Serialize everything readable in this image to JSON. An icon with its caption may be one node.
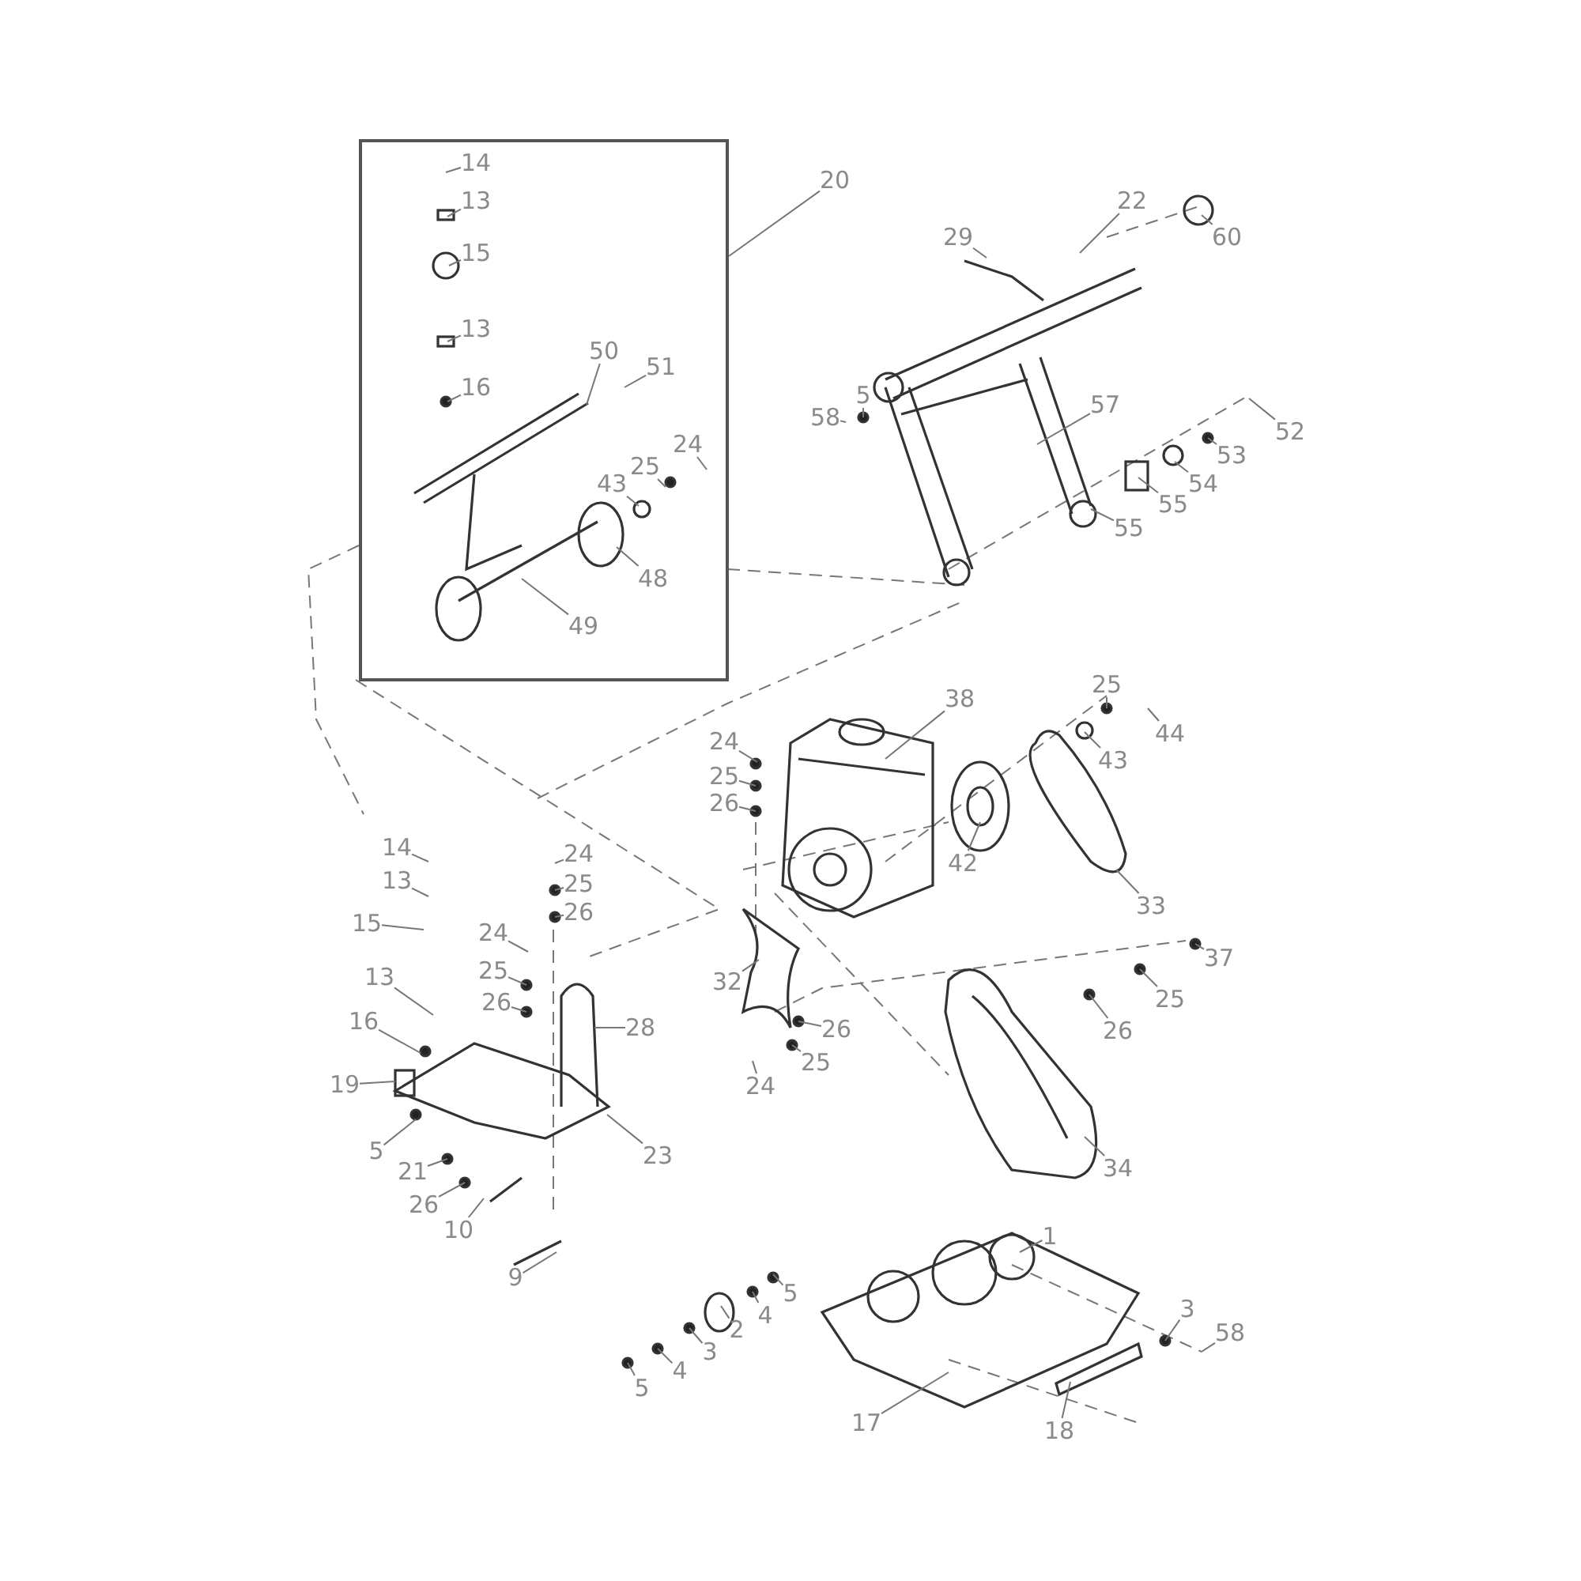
{
  "diagram": {
    "nodes": [
      {
        "text": [],
        "shape": "box"
      },
      {
        "text": [
          "14"
        ],
        "in": 0
      },
      {
        "text": [
          "13"
        ],
        "in": 0
      },
      {
        "text": [
          "15"
        ],
        "in": 0
      },
      {
        "text": [
          "13"
        ],
        "in": 0
      },
      {
        "text": [
          "16"
        ],
        "in": 0
      },
      {
        "text": [
          "50"
        ],
        "in": 0
      },
      {
        "text": [
          "51"
        ],
        "in": 0
      },
      {
        "text": [
          "43"
        ],
        "in": 0
      },
      {
        "text": [
          "25"
        ],
        "in": 0
      },
      {
        "text": [
          "24"
        ],
        "in": 0
      },
      {
        "text": [
          "48"
        ],
        "in": 0
      },
      {
        "text": [
          "49"
        ],
        "in": 0
      },
      {
        "text": [
          "20"
        ]
      },
      {
        "text": [
          "22"
        ]
      },
      {
        "text": [
          "29"
        ]
      },
      {
        "text": [
          "60"
        ]
      },
      {
        "text": [
          "58"
        ]
      },
      {
        "text": [
          "5"
        ]
      },
      {
        "text": [
          "57"
        ]
      },
      {
        "text": [
          "52"
        ]
      },
      {
        "text": [
          "53"
        ]
      },
      {
        "text": [
          "54"
        ]
      },
      {
        "text": [
          "55"
        ]
      },
      {
        "text": [
          "55"
        ]
      },
      {
        "text": [
          "38"
        ]
      },
      {
        "text": [
          "24"
        ]
      },
      {
        "text": [
          "25"
        ]
      },
      {
        "text": [
          "26"
        ]
      },
      {
        "text": [
          "25"
        ]
      },
      {
        "text": [
          "44"
        ]
      },
      {
        "text": [
          "43"
        ]
      },
      {
        "text": [
          "42"
        ]
      },
      {
        "text": [
          "33"
        ]
      },
      {
        "text": [
          "14"
        ]
      },
      {
        "text": [
          "13"
        ]
      },
      {
        "text": [
          "15"
        ]
      },
      {
        "text": [
          "24"
        ]
      },
      {
        "text": [
          "25"
        ]
      },
      {
        "text": [
          "26"
        ]
      },
      {
        "text": [
          "24"
        ]
      },
      {
        "text": [
          "25"
        ]
      },
      {
        "text": [
          "26"
        ]
      },
      {
        "text": [
          "32"
        ]
      },
      {
        "text": [
          "28"
        ]
      },
      {
        "text": [
          "26"
        ]
      },
      {
        "text": [
          "25"
        ]
      },
      {
        "text": [
          "24"
        ]
      },
      {
        "text": [
          "13"
        ]
      },
      {
        "text": [
          "16"
        ]
      },
      {
        "text": [
          "19"
        ]
      },
      {
        "text": [
          "5"
        ]
      },
      {
        "text": [
          "23"
        ]
      },
      {
        "text": [
          "21"
        ]
      },
      {
        "text": [
          "26"
        ]
      },
      {
        "text": [
          "10"
        ]
      },
      {
        "text": [
          "9"
        ]
      },
      {
        "text": [
          "37"
        ]
      },
      {
        "text": [
          "25"
        ]
      },
      {
        "text": [
          "26"
        ]
      },
      {
        "text": [
          "34"
        ]
      },
      {
        "text": [
          "1"
        ]
      },
      {
        "text": [
          "5"
        ]
      },
      {
        "text": [
          "4"
        ]
      },
      {
        "text": [
          "2"
        ]
      },
      {
        "text": [
          "3"
        ]
      },
      {
        "text": [
          "4"
        ]
      },
      {
        "text": [
          "5"
        ]
      },
      {
        "text": [
          "17"
        ]
      },
      {
        "text": [
          "18"
        ]
      },
      {
        "text": [
          "3"
        ]
      },
      {
        "text": [
          "58"
        ]
      }
    ],
    "edges": [
      {
        "from": 1,
        "to": null,
        "arrow": "none"
      },
      {
        "from": 2,
        "to": null,
        "arrow": "none"
      },
      {
        "from": 3,
        "to": null,
        "arrow": "none"
      },
      {
        "from": 4,
        "to": null,
        "arrow": "none"
      },
      {
        "from": 5,
        "to": null,
        "arrow": "none"
      },
      {
        "from": 6,
        "to": null,
        "arrow": "none"
      },
      {
        "from": 7,
        "to": null,
        "arrow": "none"
      },
      {
        "from": 8,
        "to": null,
        "arrow": "none"
      },
      {
        "from": 9,
        "to": null,
        "arrow": "none"
      },
      {
        "from": 10,
        "to": null,
        "arrow": "none"
      },
      {
        "from": 11,
        "to": null,
        "arrow": "none"
      },
      {
        "from": 12,
        "to": null,
        "arrow": "none"
      },
      {
        "from": 13,
        "to": 0,
        "arrow": "none"
      },
      {
        "from": 14,
        "to": null,
        "arrow": "none"
      },
      {
        "from": 15,
        "to": null,
        "arrow": "none"
      },
      {
        "from": 16,
        "to": null,
        "arrow": "none"
      },
      {
        "from": 17,
        "to": null,
        "arrow": "none"
      },
      {
        "from": 18,
        "to": null,
        "arrow": "none"
      },
      {
        "from": 19,
        "to": null,
        "arrow": "none"
      },
      {
        "from": 20,
        "to": null,
        "arrow": "none"
      },
      {
        "from": 21,
        "to": null,
        "arrow": "none"
      },
      {
        "from": 22,
        "to": null,
        "arrow": "none"
      },
      {
        "from": 23,
        "to": null,
        "arrow": "none"
      },
      {
        "from": 24,
        "to": null,
        "arrow": "none"
      },
      {
        "from": 25,
        "to": null,
        "arrow": "none"
      },
      {
        "from": 26,
        "to": null,
        "arrow": "none"
      },
      {
        "from": 27,
        "to": null,
        "arrow": "none"
      },
      {
        "from": 28,
        "to": null,
        "arrow": "none"
      },
      {
        "from": 29,
        "to": null,
        "arrow": "none"
      },
      {
        "from": 30,
        "to": null,
        "arrow": "none"
      },
      {
        "from": 31,
        "to": null,
        "arrow": "none"
      },
      {
        "from": 32,
        "to": null,
        "arrow": "none"
      },
      {
        "from": 33,
        "to": null,
        "arrow": "none"
      },
      {
        "from": 34,
        "to": null,
        "arrow": "none"
      },
      {
        "from": 35,
        "to": null,
        "arrow": "none"
      },
      {
        "from": 36,
        "to": null,
        "arrow": "none"
      },
      {
        "from": 37,
        "to": null,
        "arrow": "none"
      },
      {
        "from": 38,
        "to": null,
        "arrow": "none"
      },
      {
        "from": 39,
        "to": null,
        "arrow": "none"
      },
      {
        "from": 40,
        "to": null,
        "arrow": "none"
      },
      {
        "from": 41,
        "to": null,
        "arrow": "none"
      },
      {
        "from": 42,
        "to": null,
        "arrow": "none"
      },
      {
        "from": 43,
        "to": null,
        "arrow": "none"
      },
      {
        "from": 44,
        "to": null,
        "arrow": "none"
      },
      {
        "from": 45,
        "to": null,
        "arrow": "none"
      },
      {
        "from": 46,
        "to": null,
        "arrow": "none"
      },
      {
        "from": 47,
        "to": null,
        "arrow": "none"
      },
      {
        "from": 48,
        "to": null,
        "arrow": "none"
      },
      {
        "from": 49,
        "to": null,
        "arrow": "none"
      },
      {
        "from": 50,
        "to": null,
        "arrow": "none"
      },
      {
        "from": 51,
        "to": null,
        "arrow": "none"
      },
      {
        "from": 52,
        "to": null,
        "arrow": "none"
      },
      {
        "from": 53,
        "to": null,
        "arrow": "none"
      },
      {
        "from": 54,
        "to": null,
        "arrow": "none"
      },
      {
        "from": 55,
        "to": null,
        "arrow": "none"
      },
      {
        "from": 56,
        "to": null,
        "arrow": "none"
      },
      {
        "from": 57,
        "to": null,
        "arrow": "none"
      },
      {
        "from": 58,
        "to": null,
        "arrow": "none"
      },
      {
        "from": 59,
        "to": null,
        "arrow": "none"
      },
      {
        "from": 60,
        "to": null,
        "arrow": "none"
      },
      {
        "from": 61,
        "to": null,
        "arrow": "none"
      },
      {
        "from": 62,
        "to": null,
        "arrow": "none"
      },
      {
        "from": 63,
        "to": null,
        "arrow": "none"
      },
      {
        "from": 64,
        "to": null,
        "arrow": "none"
      },
      {
        "from": 65,
        "to": null,
        "arrow": "none"
      },
      {
        "from": 66,
        "to": null,
        "arrow": "none"
      },
      {
        "from": 67,
        "to": null,
        "arrow": "none"
      },
      {
        "from": 68,
        "to": null,
        "arrow": "none"
      },
      {
        "from": 69,
        "to": null,
        "arrow": "none"
      },
      {
        "from": 70,
        "to": null,
        "arrow": "none"
      },
      {
        "from": 71,
        "to": null,
        "arrow": "none"
      }
    ]
  }
}
